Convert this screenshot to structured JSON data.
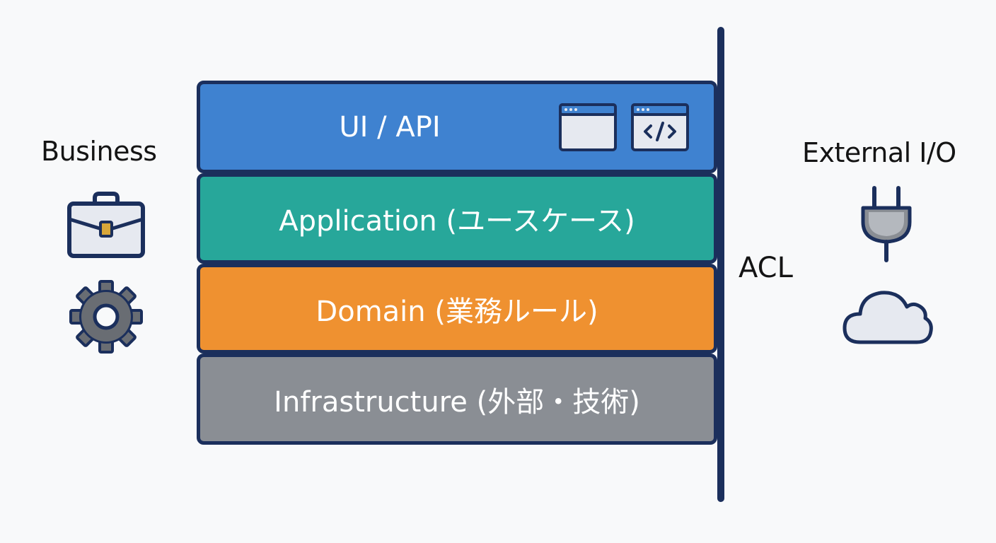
{
  "left": {
    "title": "Business",
    "icons": [
      "briefcase-icon",
      "gear-icon"
    ]
  },
  "right": {
    "title": "External I/O",
    "icons": [
      "plug-icon",
      "cloud-icon"
    ]
  },
  "layers": [
    {
      "label": "UI / API",
      "color": "#3f82d0",
      "icons": [
        "browser-window-icon",
        "code-window-icon"
      ]
    },
    {
      "label": "Application (ユースケース)",
      "color": "#27a79a"
    },
    {
      "label": "Domain (業務ルール)",
      "color": "#ef9130"
    },
    {
      "label": "Infrastructure (外部・技術)",
      "color": "#8a8e94"
    }
  ],
  "boundary": {
    "label": "ACL"
  },
  "colors": {
    "outline": "#1b2f5c",
    "icon_fill": "#e6e9f0",
    "gear_fill": "#696d73",
    "background": "#f8f9fa"
  }
}
